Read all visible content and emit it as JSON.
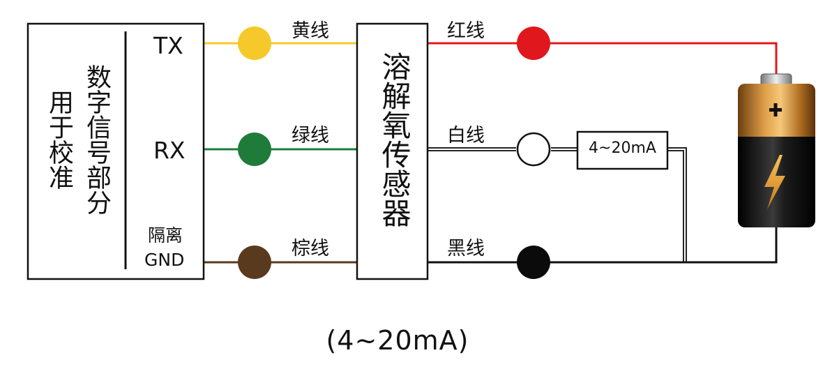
{
  "calibration": {
    "outer_label": "用于校准",
    "inner_label": "数字信号部分",
    "pins": {
      "tx": "TX",
      "rx": "RX",
      "gnd_top": "隔离",
      "gnd_bottom": "GND"
    }
  },
  "sensor": {
    "label": "溶解氧传感器"
  },
  "wires_left": {
    "yellow": "黄线",
    "green": "绿线",
    "brown": "棕线"
  },
  "wires_right": {
    "red": "红线",
    "white": "白线",
    "black": "黑线"
  },
  "meter": {
    "label": "4~20mA"
  },
  "battery": {
    "plus_symbol": "+"
  },
  "caption": "(4~20mA)",
  "colors": {
    "yellow": "#f5c92a",
    "green": "#1e7b3a",
    "brown": "#5a3a1e",
    "red": "#e0181e",
    "black": "#111111",
    "gold": "#c8862a"
  }
}
